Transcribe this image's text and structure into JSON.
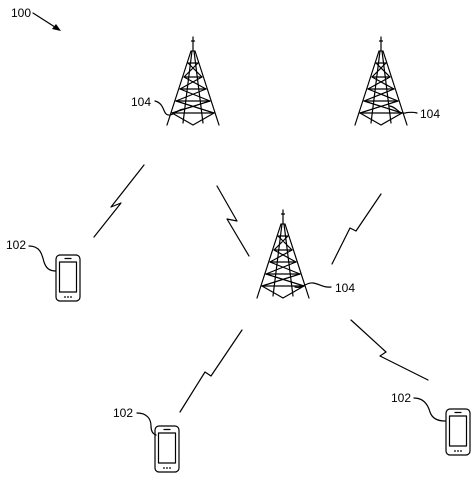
{
  "figure": {
    "number": "100",
    "tower_ref": "104",
    "device_ref": "102"
  }
}
